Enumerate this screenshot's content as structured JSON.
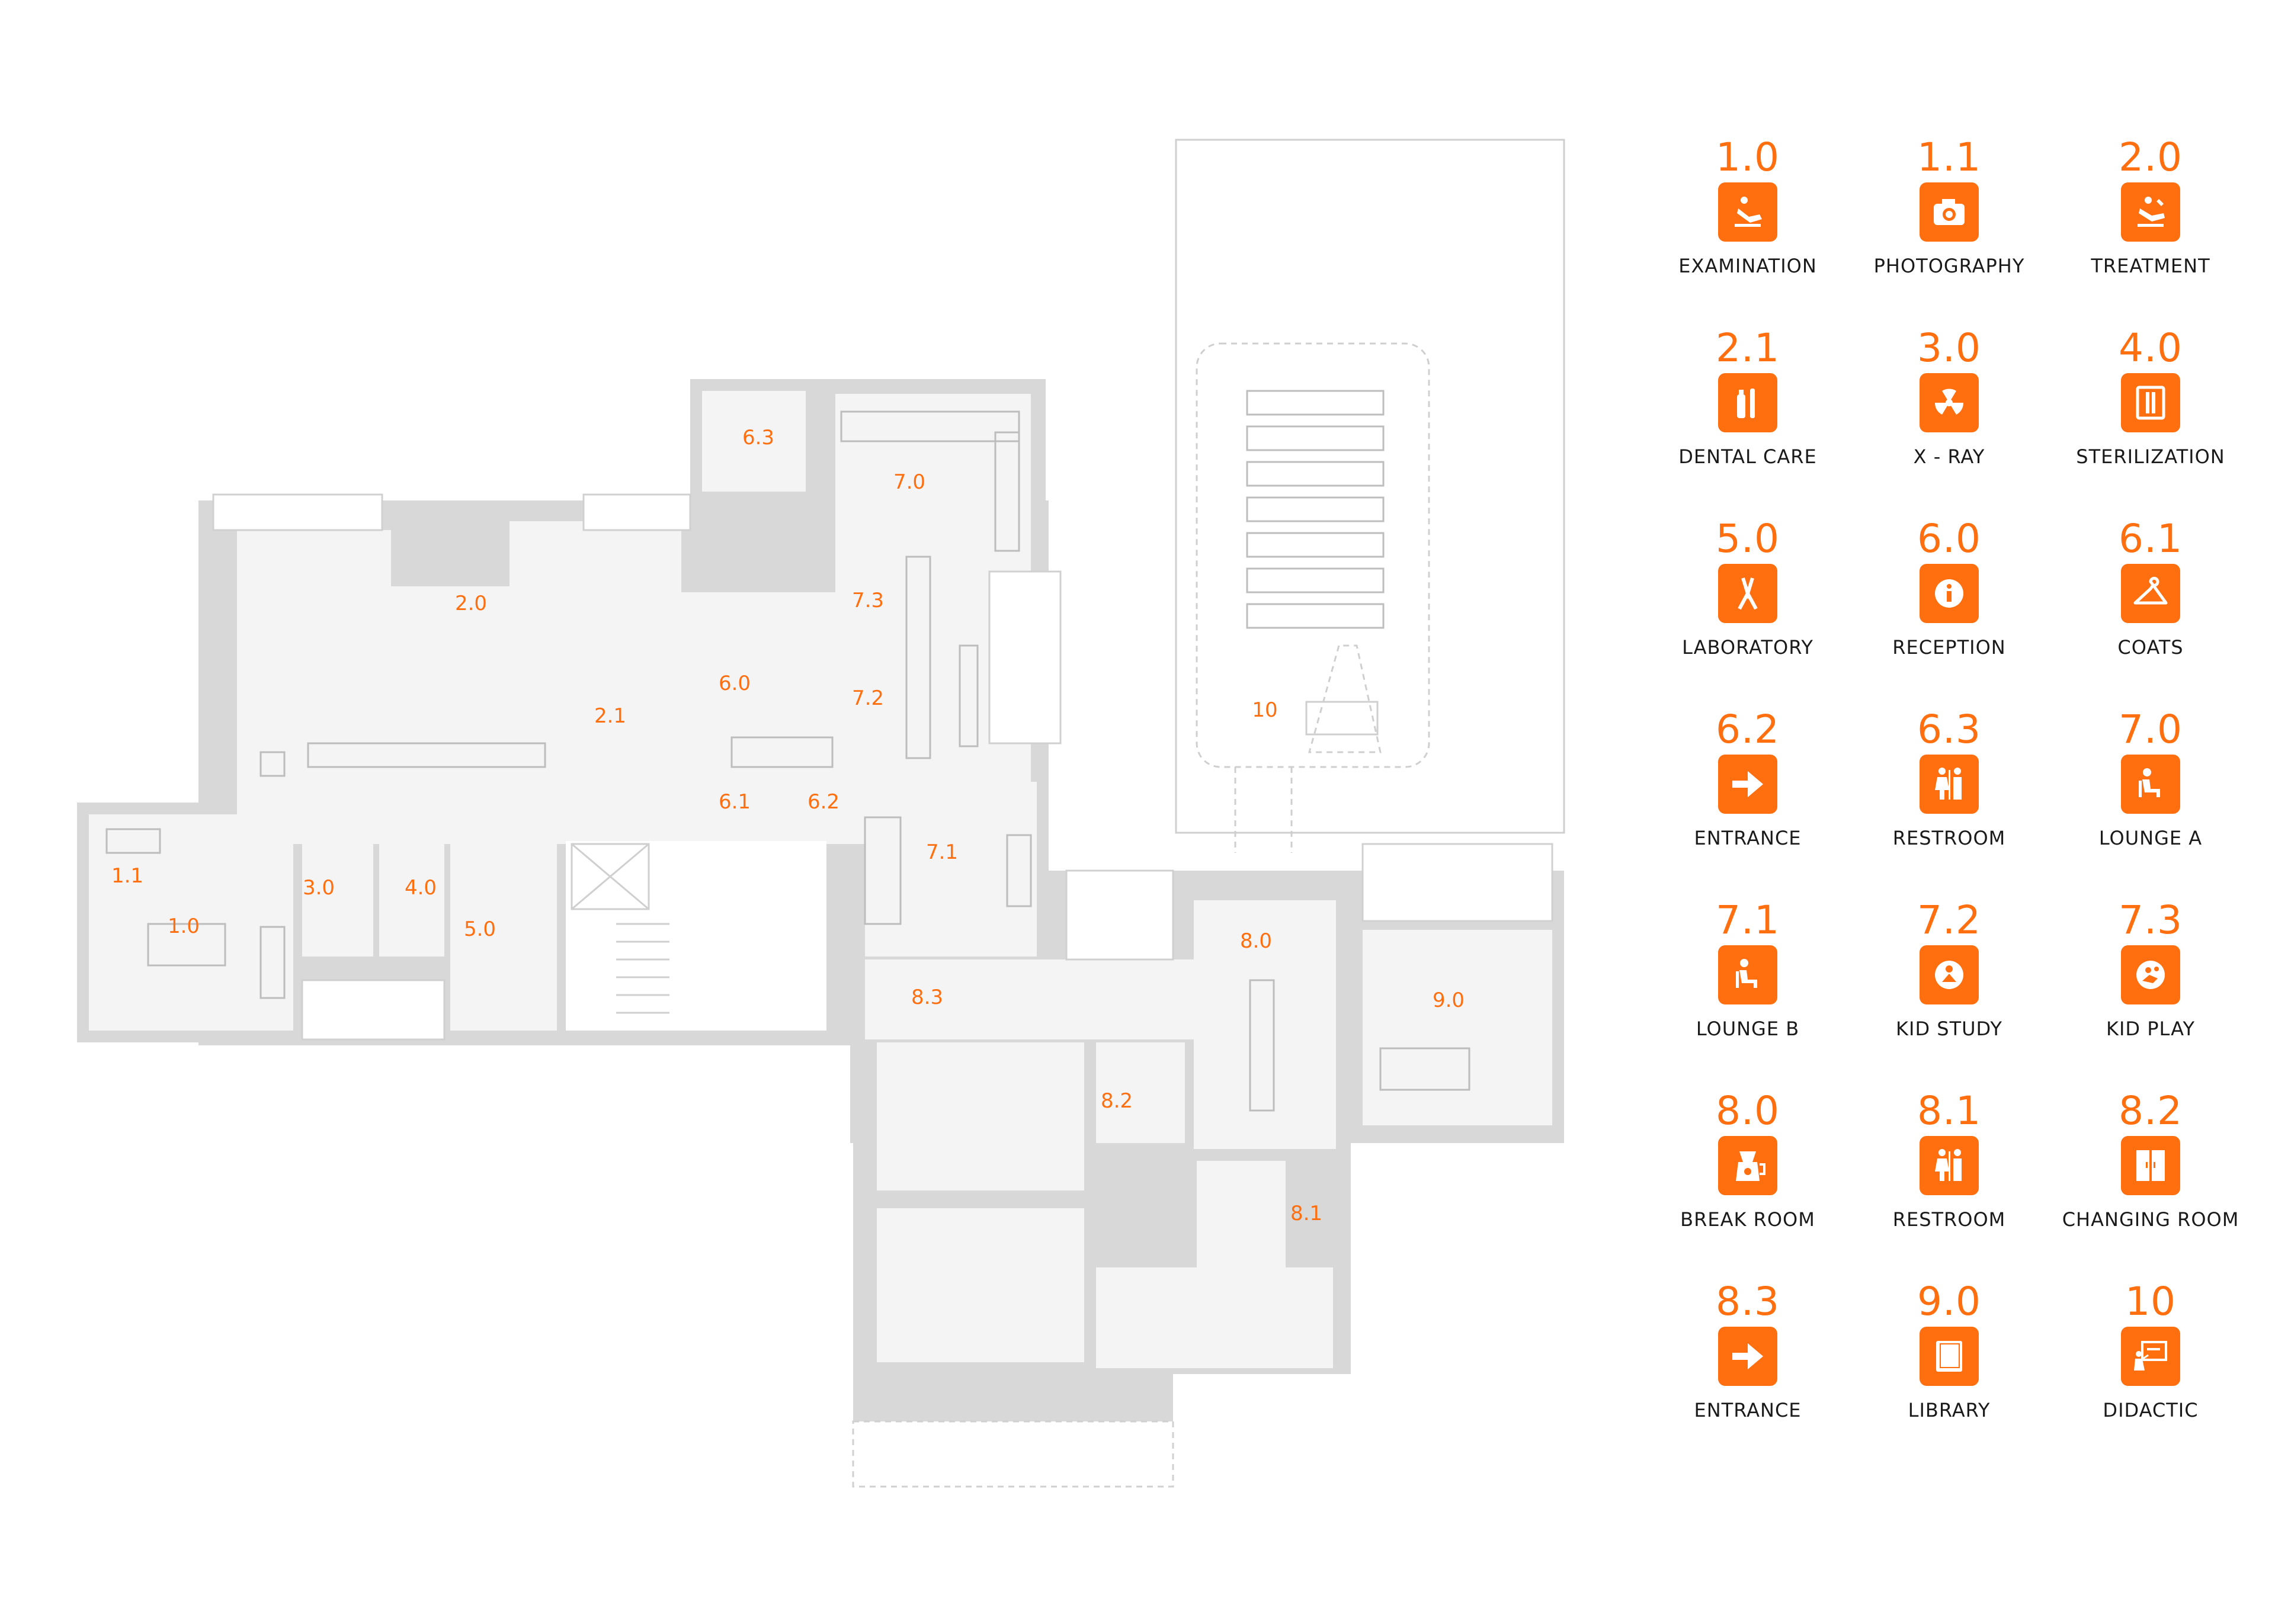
{
  "plan": {
    "room_labels": [
      "1.0",
      "1.1",
      "2.0",
      "2.1",
      "3.0",
      "4.0",
      "5.0",
      "6.0",
      "6.1",
      "6.2",
      "6.3",
      "7.0",
      "7.1",
      "7.2",
      "7.3",
      "8.0",
      "8.1",
      "8.2",
      "8.3",
      "9.0",
      "10"
    ]
  },
  "legend": {
    "accent_color": "#ff6f0f",
    "items": [
      {
        "code": "1.0",
        "name": "EXAMINATION",
        "icon": "examination-chair-icon"
      },
      {
        "code": "1.1",
        "name": "PHOTOGRAPHY",
        "icon": "camera-icon"
      },
      {
        "code": "2.0",
        "name": "TREATMENT",
        "icon": "treatment-chair-icon"
      },
      {
        "code": "2.1",
        "name": "DENTAL CARE",
        "icon": "toothbrush-icon"
      },
      {
        "code": "3.0",
        "name": "X - RAY",
        "icon": "radiation-icon"
      },
      {
        "code": "4.0",
        "name": "STERILIZATION",
        "icon": "sterilizer-icon"
      },
      {
        "code": "5.0",
        "name": "LABORATORY",
        "icon": "pliers-icon"
      },
      {
        "code": "6.0",
        "name": "RECEPTION",
        "icon": "info-icon"
      },
      {
        "code": "6.1",
        "name": "COATS",
        "icon": "hanger-icon"
      },
      {
        "code": "6.2",
        "name": "ENTRANCE",
        "icon": "arrow-right-icon"
      },
      {
        "code": "6.3",
        "name": "RESTROOM",
        "icon": "restroom-icon"
      },
      {
        "code": "7.0",
        "name": "LOUNGE A",
        "icon": "seated-person-icon"
      },
      {
        "code": "7.1",
        "name": "LOUNGE B",
        "icon": "seated-person-icon"
      },
      {
        "code": "7.2",
        "name": "KID STUDY",
        "icon": "kid-study-icon"
      },
      {
        "code": "7.3",
        "name": "KID PLAY",
        "icon": "kid-play-icon"
      },
      {
        "code": "8.0",
        "name": "BREAK ROOM",
        "icon": "coffee-pot-icon"
      },
      {
        "code": "8.1",
        "name": "RESTROOM",
        "icon": "restroom-icon"
      },
      {
        "code": "8.2",
        "name": "CHANGING ROOM",
        "icon": "locker-icon"
      },
      {
        "code": "8.3",
        "name": "ENTRANCE",
        "icon": "arrow-right-icon"
      },
      {
        "code": "9.0",
        "name": "LIBRARY",
        "icon": "book-icon"
      },
      {
        "code": "10",
        "name": "DIDACTIC",
        "icon": "presentation-icon"
      }
    ]
  }
}
